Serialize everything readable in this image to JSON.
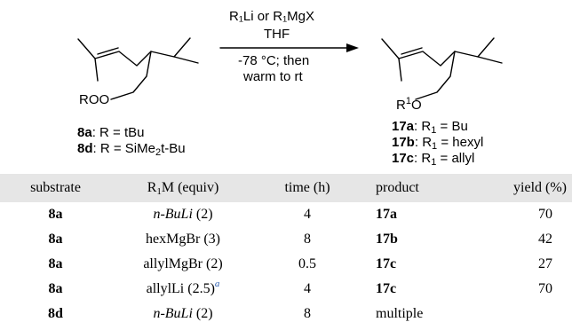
{
  "scheme": {
    "reagents_line1": "R₁Li or R₁MgX",
    "reagents_line2": "THF",
    "conditions_line1": "-78 °C; then",
    "conditions_line2": "warm to rt",
    "left_group": "ROO",
    "right_group_r": "R",
    "right_group_sup": "1",
    "right_group_o": "O",
    "substrates": [
      {
        "id": "8a",
        "def": ": R = tBu"
      },
      {
        "id": "8d",
        "def_pre": ": R = SiMe",
        "def_sub": "2",
        "def_post": "t-Bu"
      }
    ],
    "products": [
      {
        "id": "17a",
        "r": "R",
        "sub": "1",
        "def": " = Bu"
      },
      {
        "id": "17b",
        "r": "R",
        "sub": "1",
        "def": " = hexyl"
      },
      {
        "id": "17c",
        "r": "R",
        "sub": "1",
        "def": " = allyl"
      }
    ]
  },
  "table": {
    "headers": {
      "substrate": "substrate",
      "reagent_pre": "R",
      "reagent_sub": "1",
      "reagent_post": "M (equiv)",
      "time": "time (h)",
      "product": "product",
      "yield": "yield (%)"
    },
    "rows": [
      {
        "substrate": "8a",
        "reagent": "n-BuLi",
        "equiv": " (2)",
        "reagent_italic": true,
        "footnote": "",
        "time": "4",
        "product": "17a",
        "product_bold": true,
        "yield": "70"
      },
      {
        "substrate": "8a",
        "reagent": "hexMgBr",
        "equiv": " (3)",
        "reagent_italic": false,
        "footnote": "",
        "time": "8",
        "product": "17b",
        "product_bold": true,
        "yield": "42"
      },
      {
        "substrate": "8a",
        "reagent": "allylMgBr",
        "equiv": " (2)",
        "reagent_italic": false,
        "footnote": "",
        "time": "0.5",
        "product": "17c",
        "product_bold": true,
        "yield": "27"
      },
      {
        "substrate": "8a",
        "reagent": "allylLi",
        "equiv": " (2.5)",
        "reagent_italic": false,
        "footnote": "a",
        "time": "4",
        "product": "17c",
        "product_bold": true,
        "yield": "70"
      },
      {
        "substrate": "8d",
        "reagent": "n-BuLi",
        "equiv": " (2)",
        "reagent_italic": true,
        "footnote": "",
        "time": "8",
        "product": "multiple",
        "product_bold": false,
        "yield": ""
      }
    ]
  }
}
